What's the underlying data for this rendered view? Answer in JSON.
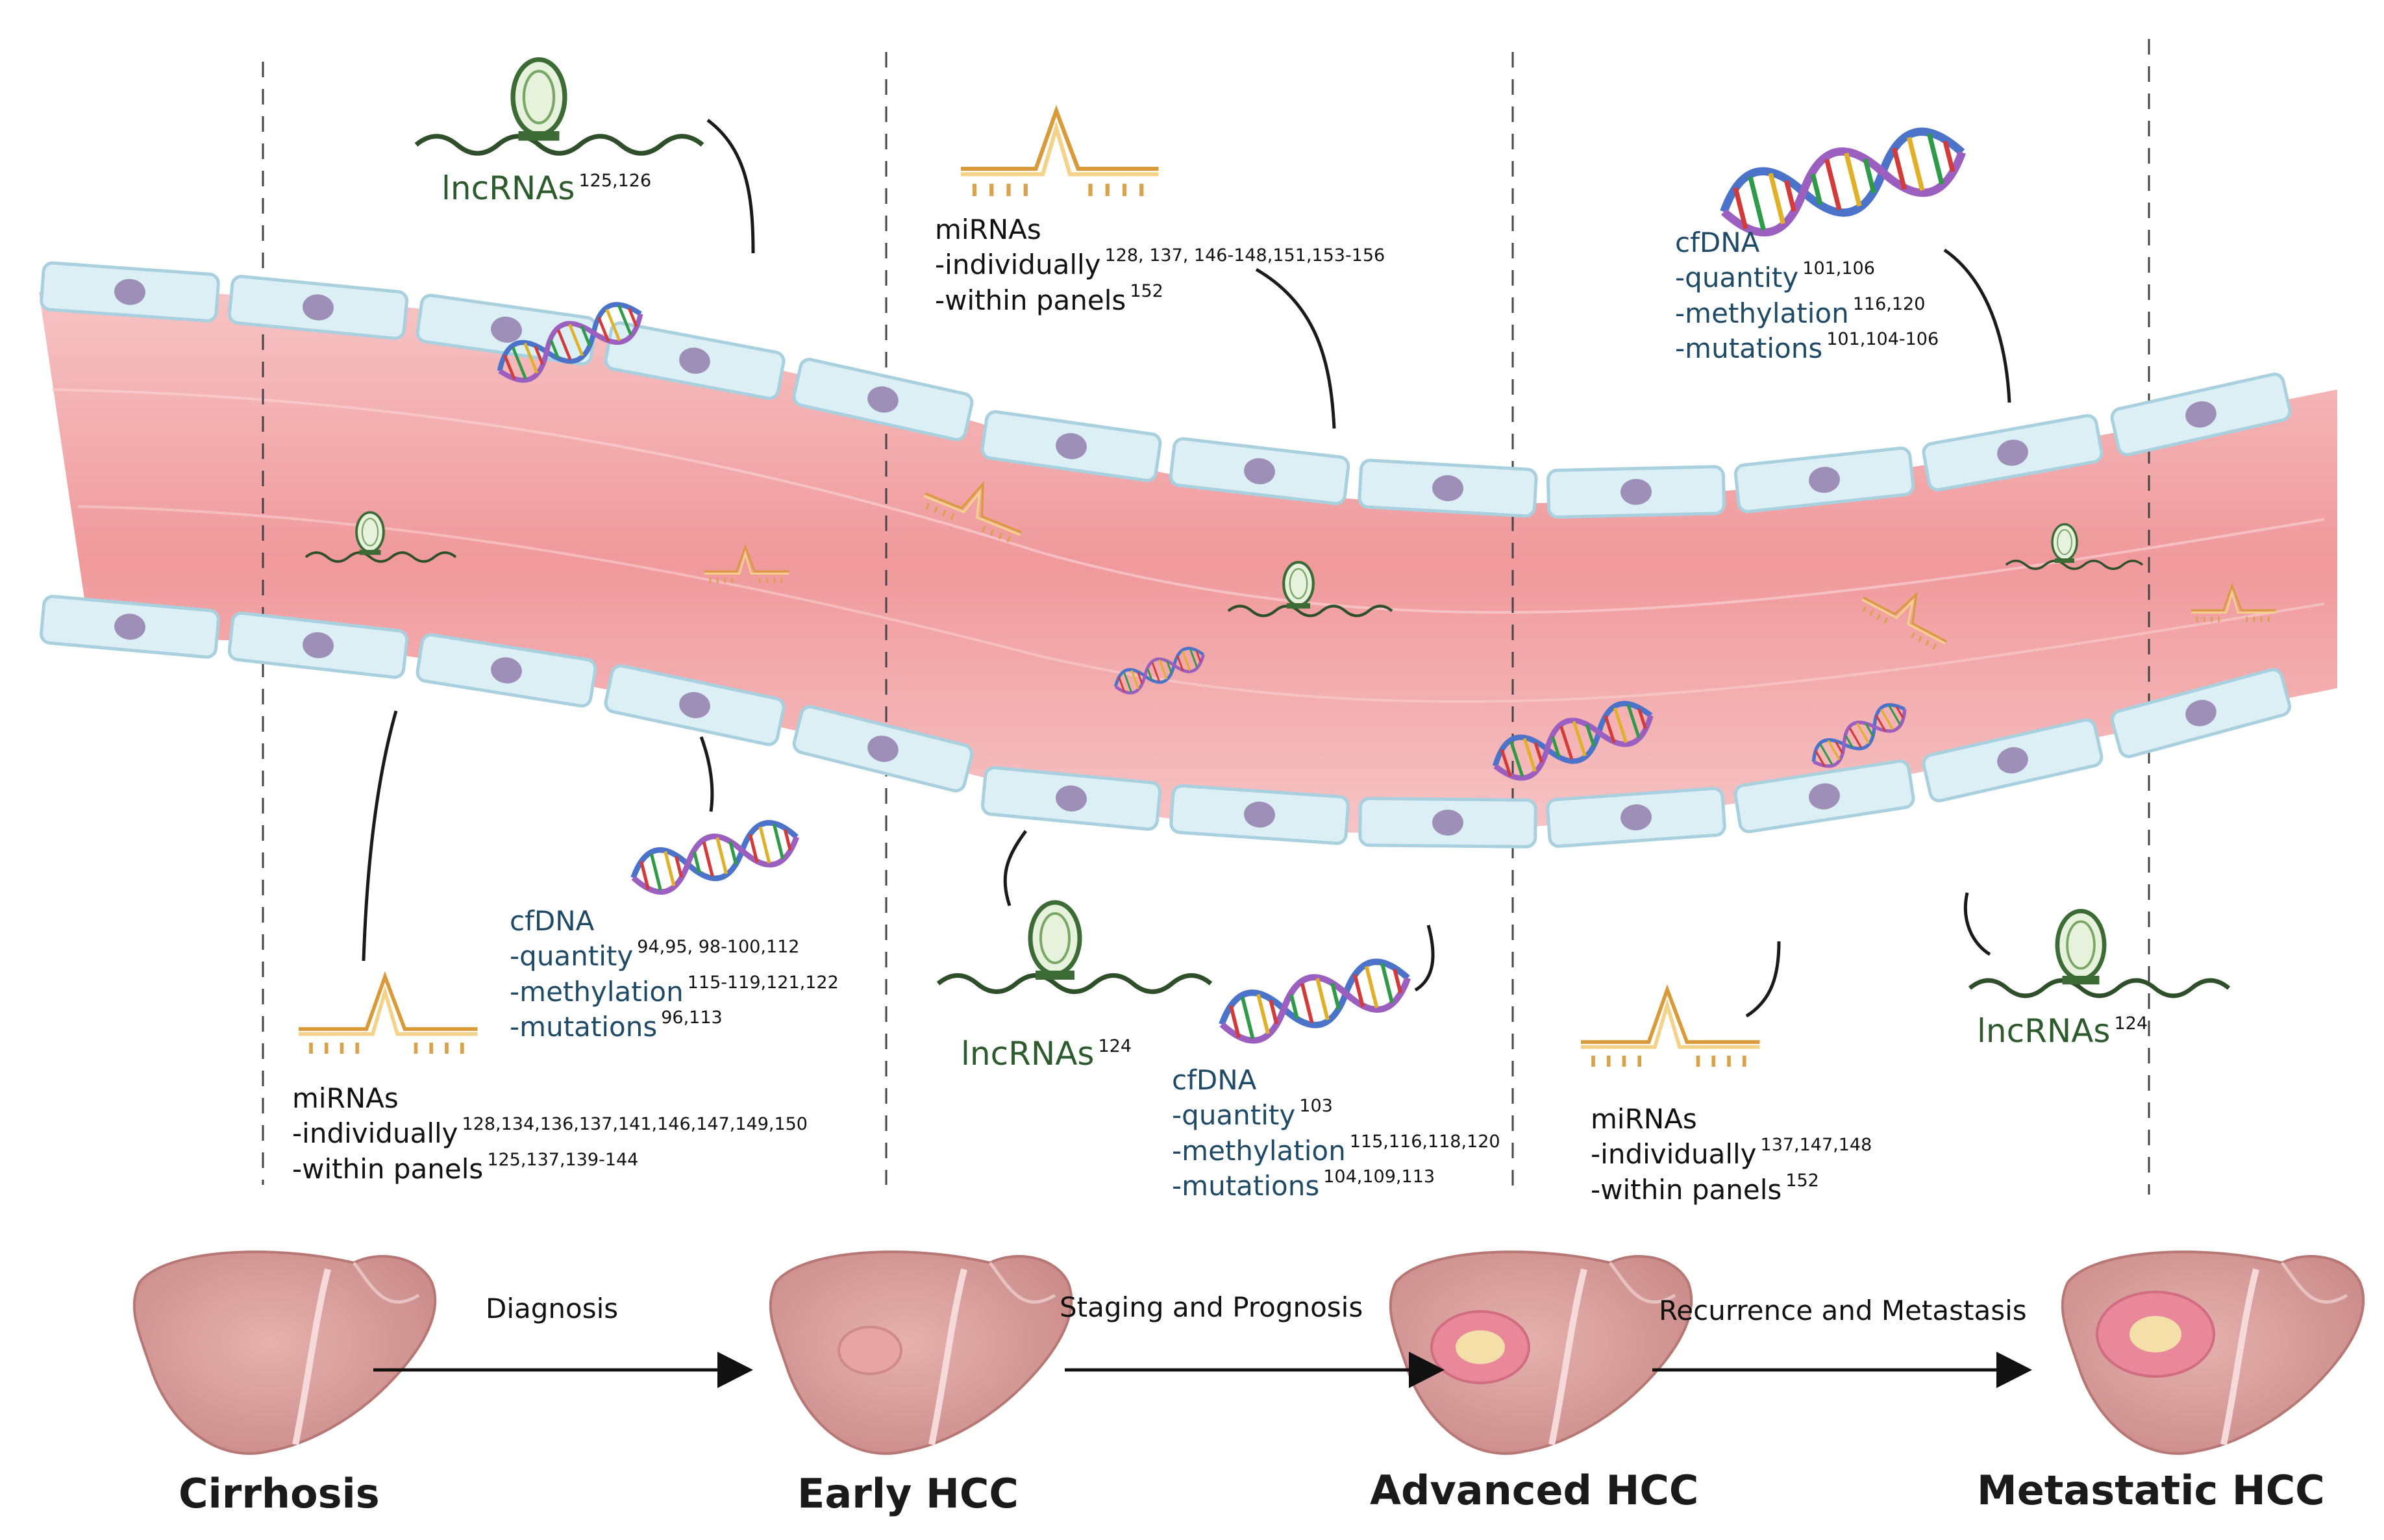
{
  "colors": {
    "vessel_pink": "#f3a7a9",
    "vessel_deep": "#ee8f93",
    "cell_fill": "#dceff5",
    "cell_border": "#a9d0de",
    "nucleus": "#9d8fb8",
    "lncrna_green": "#2e5b2e",
    "cfdna_blue": "#1f4a66",
    "mirna_orange": "#e7b560",
    "dna_blue": "#4a73c9",
    "dna_purple": "#9b5fc0",
    "liver_pink": "#d99a98",
    "tumor_pink": "#e9879b",
    "arrow": "#111111"
  },
  "icons": [
    "lncrna-icon",
    "mirna-icon",
    "cfdna-helix-icon",
    "liver-icon",
    "arrow-icon"
  ],
  "stages": [
    "Cirrhosis",
    "Early HCC",
    "Advanced HCC",
    "Metastatic HCC"
  ],
  "transitions": [
    "Diagnosis",
    "Staging and Prognosis",
    "Recurrence and Metastasis"
  ],
  "labels": {
    "lnc1": {
      "title": "lncRNAs",
      "ref": "125,126"
    },
    "mir_top": {
      "title": "miRNAs",
      "l1": "-individually",
      "l1_ref": "128, 137, 146-148,151,153-156",
      "l2": "-within panels",
      "l2_ref": "152"
    },
    "cf_top": {
      "title": "cfDNA",
      "l1": "-quantity",
      "l1_ref": "101,106",
      "l2": "-methylation",
      "l2_ref": "116,120",
      "l3": "-mutations",
      "l3_ref": "101,104-106"
    },
    "cf_a": {
      "title": "cfDNA",
      "l1": "-quantity",
      "l1_ref": "94,95, 98-100,112",
      "l2": "-methylation",
      "l2_ref": "115-119,121,122",
      "l3": "-mutations",
      "l3_ref": "96,113"
    },
    "mir_a": {
      "title": "miRNAs",
      "l1": "-individually",
      "l1_ref": "128,134,136,137,141,146,147,149,150",
      "l2": "-within panels",
      "l2_ref": "125,137,139-144"
    },
    "lnc2": {
      "title": "lncRNAs",
      "ref": "124"
    },
    "cf_b": {
      "title": "cfDNA",
      "l1": "-quantity",
      "l1_ref": "103",
      "l2": "-methylation",
      "l2_ref": "115,116,118,120",
      "l3": "-mutations",
      "l3_ref": "104,109,113"
    },
    "mir_b": {
      "title": "miRNAs",
      "l1": "-individually",
      "l1_ref": "137,147,148",
      "l2": "-within panels",
      "l2_ref": "152"
    },
    "lnc3": {
      "title": "lncRNAs",
      "ref": "124"
    }
  }
}
